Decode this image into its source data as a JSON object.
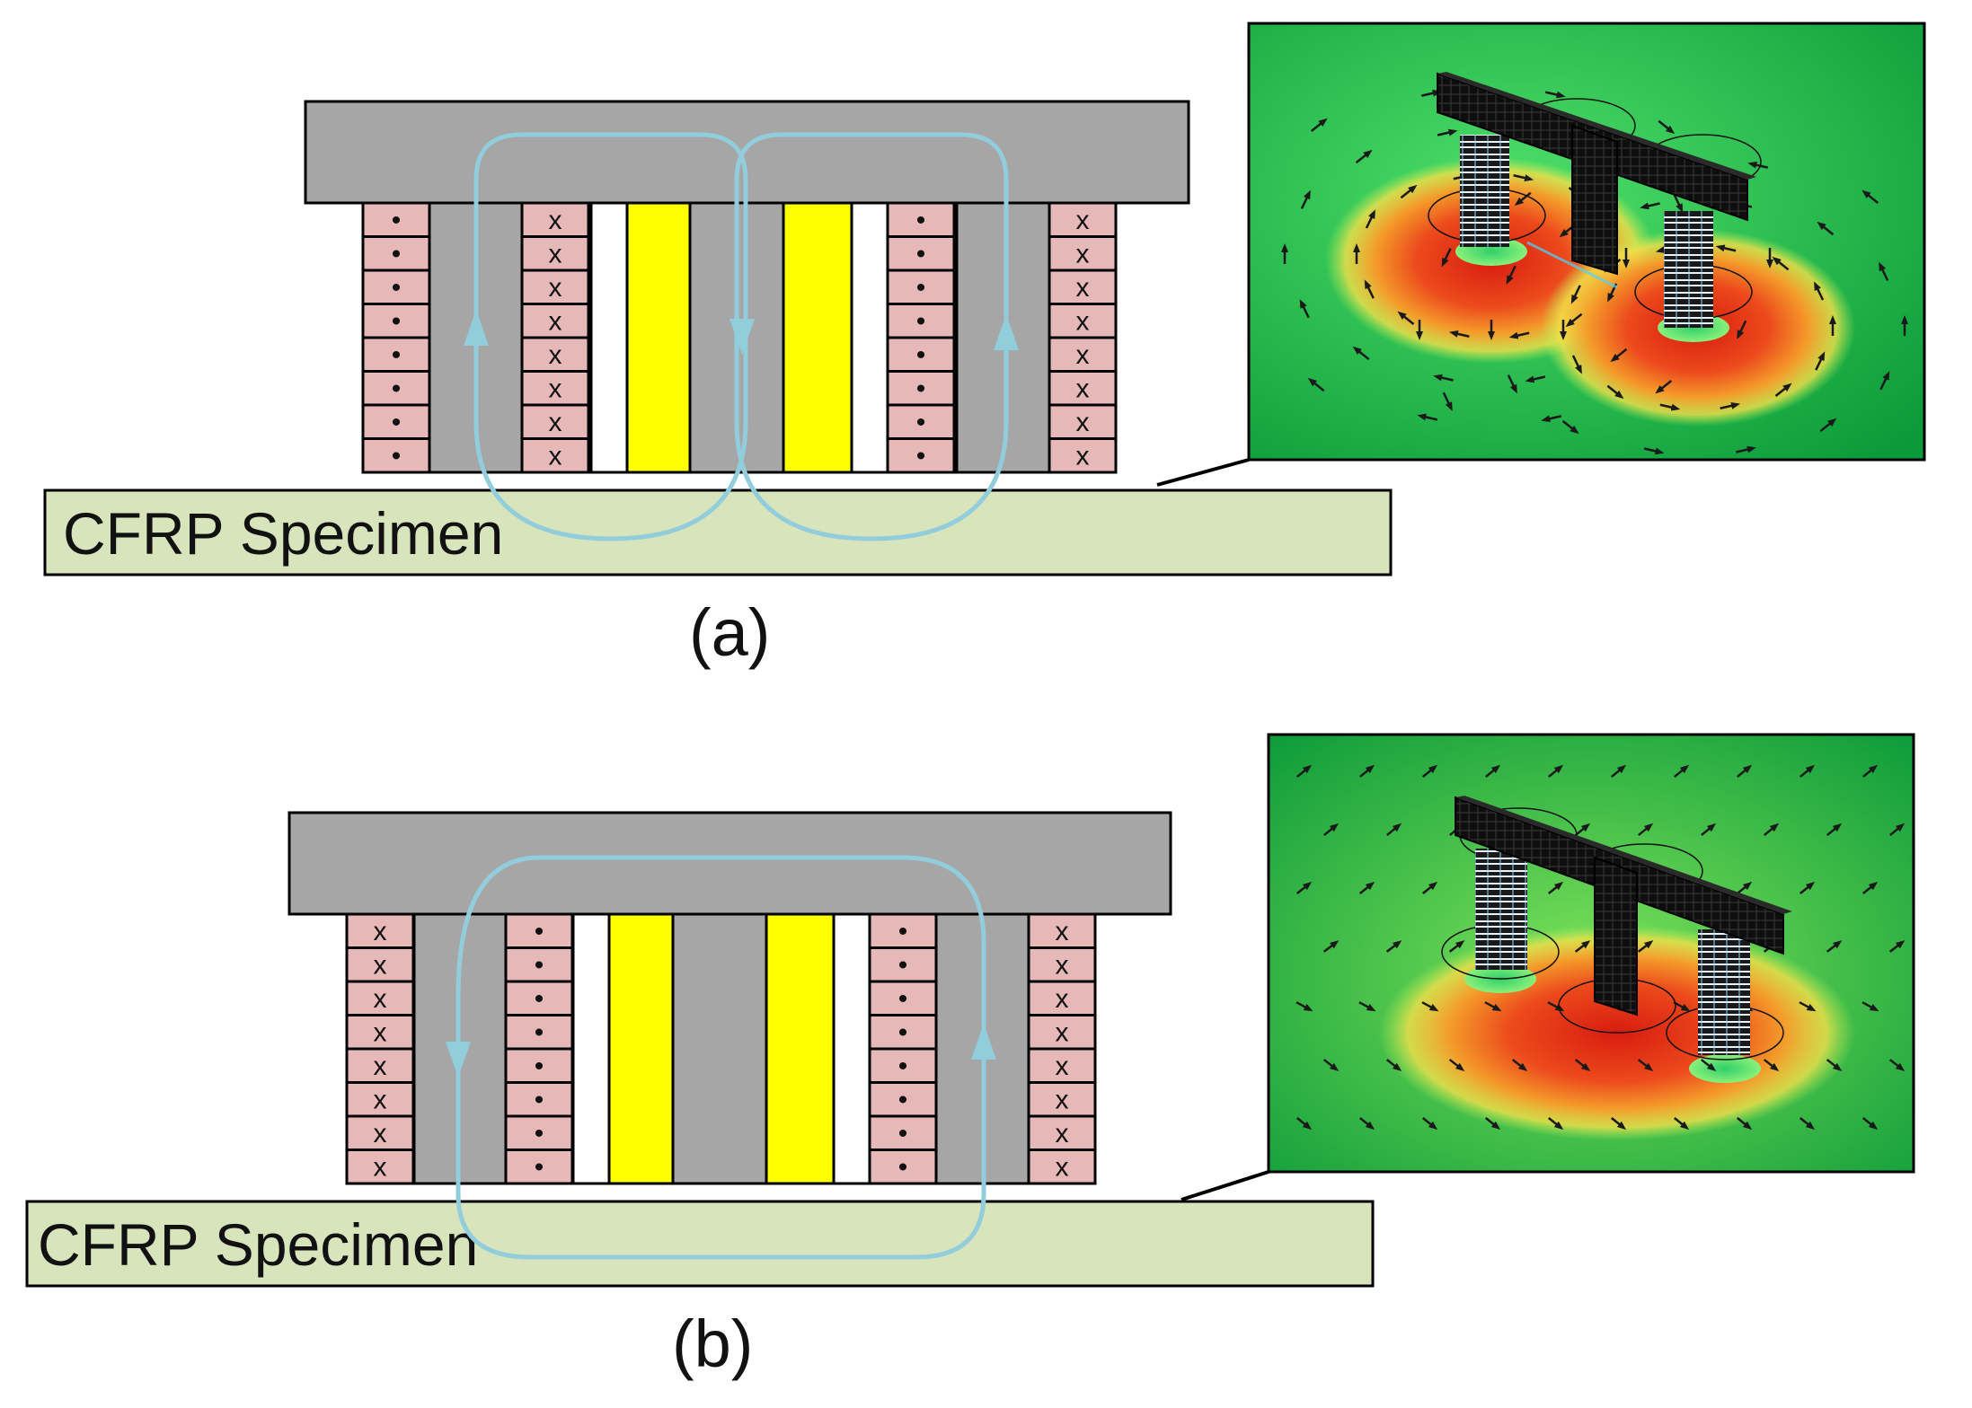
{
  "panels": [
    {
      "id": "a",
      "specimen_label": "CFRP Specimen",
      "caption": "(a)",
      "coil_symbols": {
        "col1": "•",
        "col2": "x",
        "col3": "•",
        "col4": "x"
      },
      "flux_mode": "two-loop",
      "sim_pattern": "two-lobes"
    },
    {
      "id": "b",
      "specimen_label": "CFRP Specimen",
      "caption": "(b)",
      "coil_symbols": {
        "col1": "x",
        "col2": "•",
        "col3": "•",
        "col4": "x"
      },
      "flux_mode": "single-loop",
      "sim_pattern": "single-lobe"
    }
  ],
  "colors": {
    "core": "#a6a6a6",
    "coil_fill": "#e6b8b7",
    "sensor": "#ffff00",
    "specimen": "#d8e4bc",
    "flux_line": "#92cddc",
    "field_bg": "#22c04a",
    "field_hot": "#e53018",
    "outline": "#000000"
  }
}
